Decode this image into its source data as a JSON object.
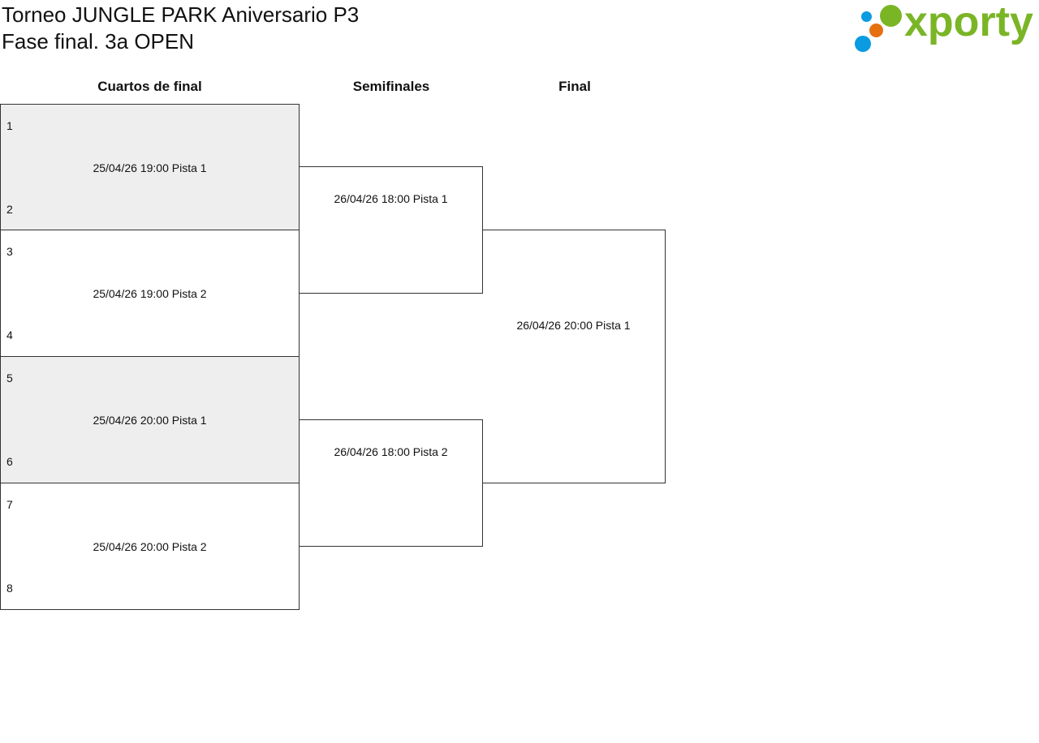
{
  "header": {
    "title_line1": "Torneo JUNGLE PARK Aniversario P3",
    "title_line2": "Fase final. 3a OPEN"
  },
  "logo": {
    "text": "xporty",
    "colors": {
      "green": "#7ab526",
      "blue": "#0a9be0",
      "orange": "#e5700f"
    }
  },
  "rounds": {
    "quarterfinals": "Cuartos de final",
    "semifinals": "Semifinales",
    "final": "Final"
  },
  "quarterfinals": [
    {
      "seed_top": "1",
      "seed_bottom": "2",
      "info": "25/04/26 19:00 Pista 1"
    },
    {
      "seed_top": "3",
      "seed_bottom": "4",
      "info": "25/04/26 19:00 Pista 2"
    },
    {
      "seed_top": "5",
      "seed_bottom": "6",
      "info": "25/04/26 20:00 Pista 1"
    },
    {
      "seed_top": "7",
      "seed_bottom": "8",
      "info": "25/04/26 20:00 Pista 2"
    }
  ],
  "semifinals": [
    {
      "info": "26/04/26 18:00 Pista 1"
    },
    {
      "info": "26/04/26 18:00 Pista 2"
    }
  ],
  "final": {
    "info": "26/04/26 20:00 Pista 1"
  }
}
